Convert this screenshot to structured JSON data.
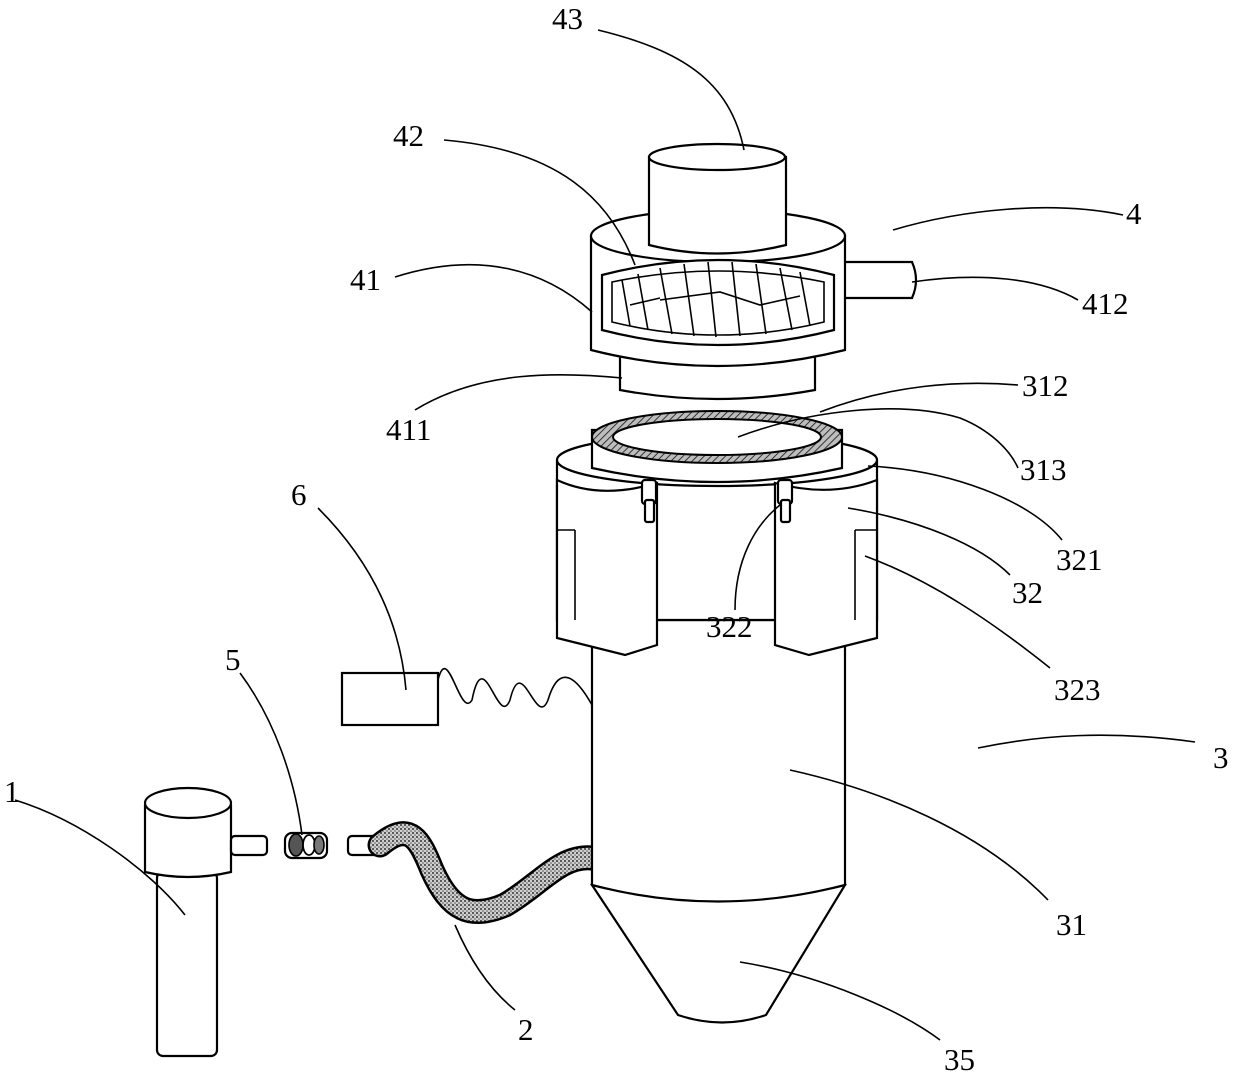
{
  "figure": {
    "labels": {
      "l1": "1",
      "l2": "2",
      "l3": "3",
      "l4": "4",
      "l5": "5",
      "l6": "6",
      "l31": "31",
      "l32": "32",
      "l35": "35",
      "l41": "41",
      "l42": "42",
      "l43": "43",
      "l312": "312",
      "l313": "313",
      "l321": "321",
      "l322": "322",
      "l323": "323",
      "l411": "411",
      "l412": "412"
    },
    "colors": {
      "line": "#000000",
      "background": "#ffffff",
      "hose_fill": "#888888"
    }
  }
}
